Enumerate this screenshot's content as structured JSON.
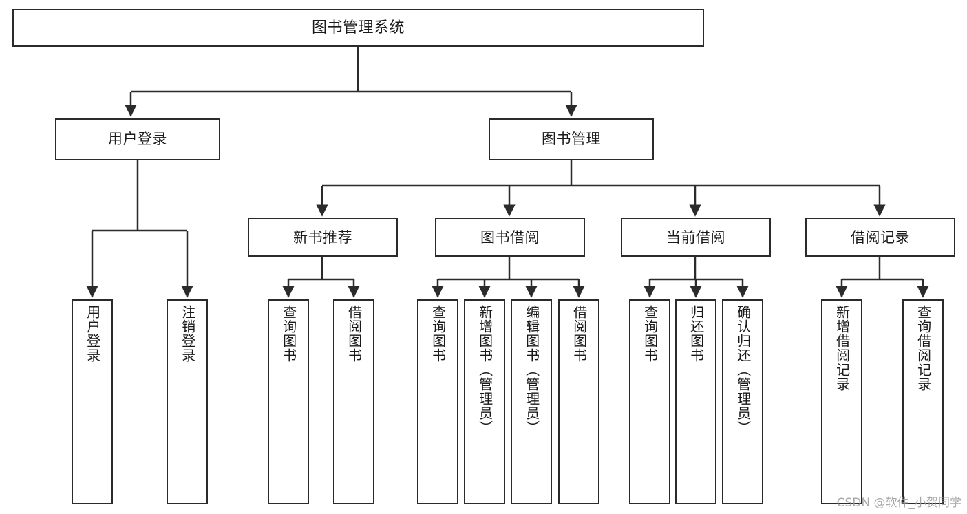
{
  "diagram": {
    "type": "tree",
    "title": "图书管理系统",
    "style": {
      "stroke": "#2b2b2b",
      "fill": "#ffffff",
      "text": "#1a1a1a"
    },
    "root": {
      "label": "图书管理系统"
    },
    "level1": [
      {
        "label": "用户登录"
      },
      {
        "label": "图书管理"
      }
    ],
    "level2": [
      {
        "label": "新书推荐"
      },
      {
        "label": "图书借阅"
      },
      {
        "label": "当前借阅"
      },
      {
        "label": "借阅记录"
      }
    ],
    "leaves": {
      "user_login": [
        {
          "label": "用户登录"
        },
        {
          "label": "注销登录"
        }
      ],
      "new_book_recommend": [
        {
          "label": "查询图书"
        },
        {
          "label": "借阅图书"
        }
      ],
      "book_borrow": [
        {
          "label": "查询图书"
        },
        {
          "label": "新增图书（管理员）"
        },
        {
          "label": "编辑图书（管理员）"
        },
        {
          "label": "借阅图书"
        }
      ],
      "current_borrow": [
        {
          "label": "查询图书"
        },
        {
          "label": "归还图书"
        },
        {
          "label": "确认归还（管理员）"
        }
      ],
      "borrow_record": [
        {
          "label": "新增借阅记录"
        },
        {
          "label": "查询借阅记录"
        }
      ]
    }
  },
  "watermark": {
    "text": "CSDN @软件_小贺同学"
  }
}
